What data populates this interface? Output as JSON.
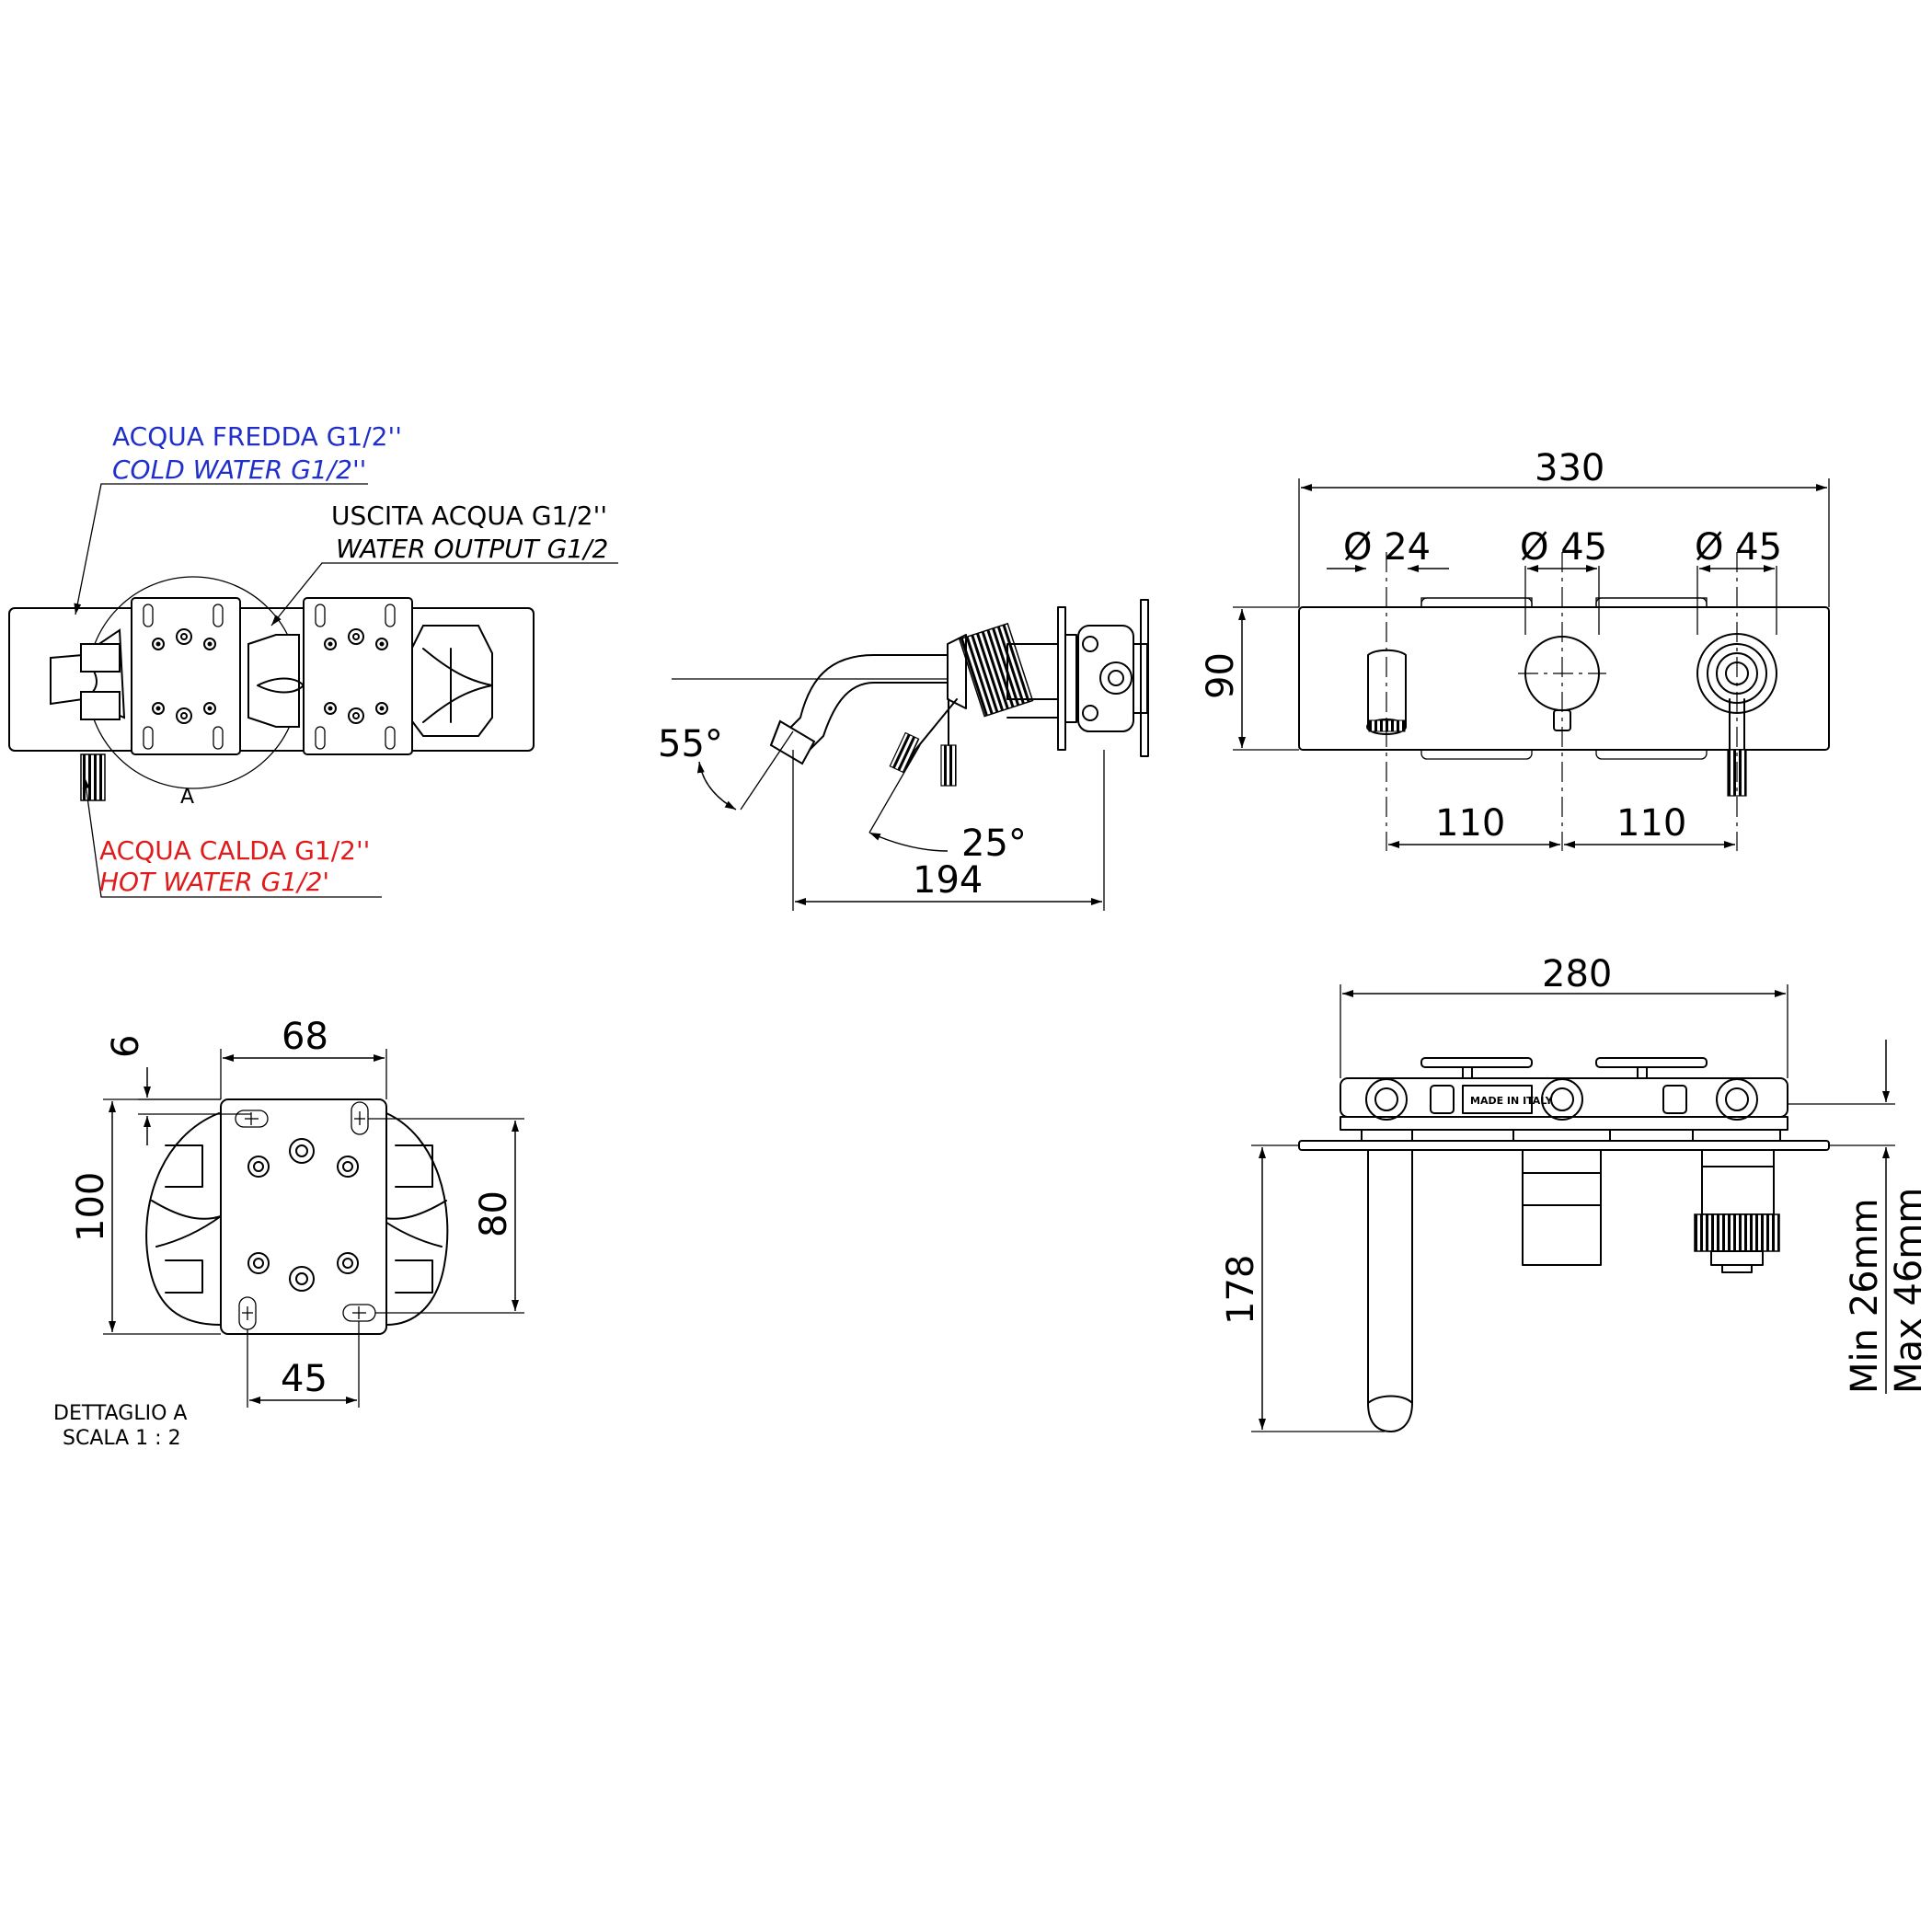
{
  "colors": {
    "cold": "#1f2fc8",
    "hot": "#e01b1b",
    "ink": "#000000"
  },
  "labels": {
    "cold_it": "ACQUA FREDDA G1/2''",
    "cold_en": "COLD WATER G1/2''",
    "out_it": "USCITA ACQUA G1/2''",
    "out_en": "WATER OUTPUT G1/2",
    "hot_it": "ACQUA CALDA G1/2''",
    "hot_en": "HOT WATER G1/2'",
    "detail_mark": "A",
    "detail_title": "DETTAGLIO A",
    "detail_scale": "SCALA 1 : 2",
    "made_in": "MADE IN ITALY"
  },
  "side_view": {
    "angle_spout": "55°",
    "angle_lever": "25°",
    "depth": "194"
  },
  "front_view": {
    "width": "330",
    "height": "90",
    "dia_spout": "Ø 24",
    "dia_handle": "Ø 45",
    "dia_diverter": "Ø 45",
    "spacing_left": "110",
    "spacing_right": "110"
  },
  "detail_view": {
    "top": "68",
    "offset": "6",
    "height": "100",
    "hole_height": "80",
    "bottom": "45"
  },
  "top_view": {
    "width": "280",
    "projection": "178",
    "wall_range": "Min 26mm Max 46mm",
    "wall_min": "Min 26mm",
    "wall_max": "Max 46mm"
  }
}
